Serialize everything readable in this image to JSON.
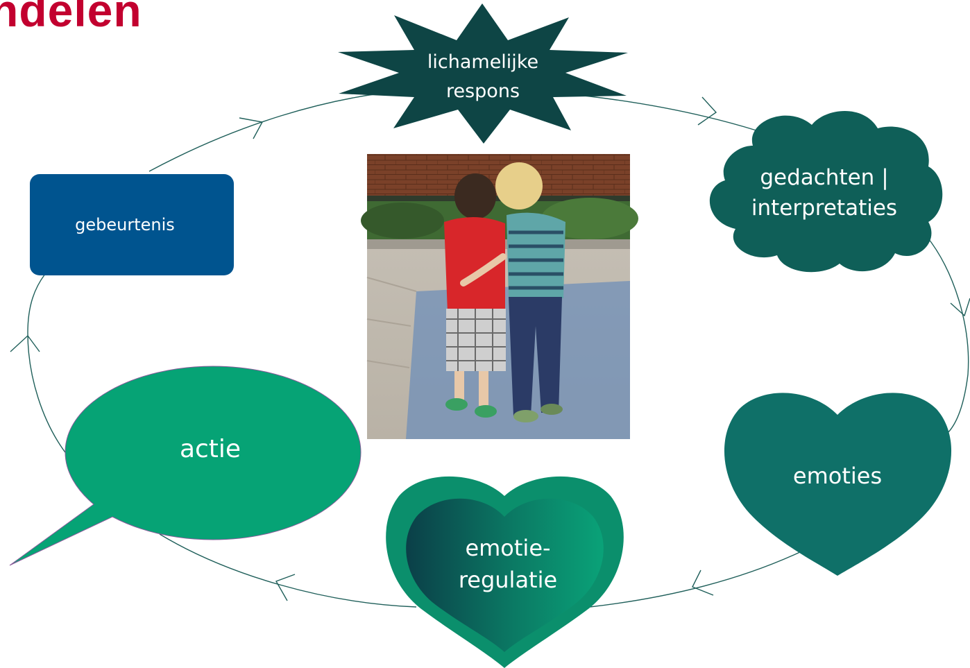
{
  "heading": "ndelen",
  "nodes": {
    "body_response": [
      "lichamelijke",
      "respons"
    ],
    "thoughts": [
      "gedachten |",
      "interpretaties"
    ],
    "emotions": [
      "emoties"
    ],
    "regulation": [
      "emotie-",
      "regulatie"
    ],
    "action": [
      "actie"
    ],
    "event": [
      "gebeurtenis"
    ]
  },
  "colors": {
    "heading": "#c2002f",
    "cycle_line": "#1f5f5a",
    "star": "#0e4545",
    "cloud": "#0f5f58",
    "heart_emotions": "#0f7068",
    "heart_regulation_outer": "#0b8f6c",
    "heart_regulation_inner_dark": "#0b4a4d",
    "bubble_action": "#06a375",
    "box_event": "#00548f"
  }
}
